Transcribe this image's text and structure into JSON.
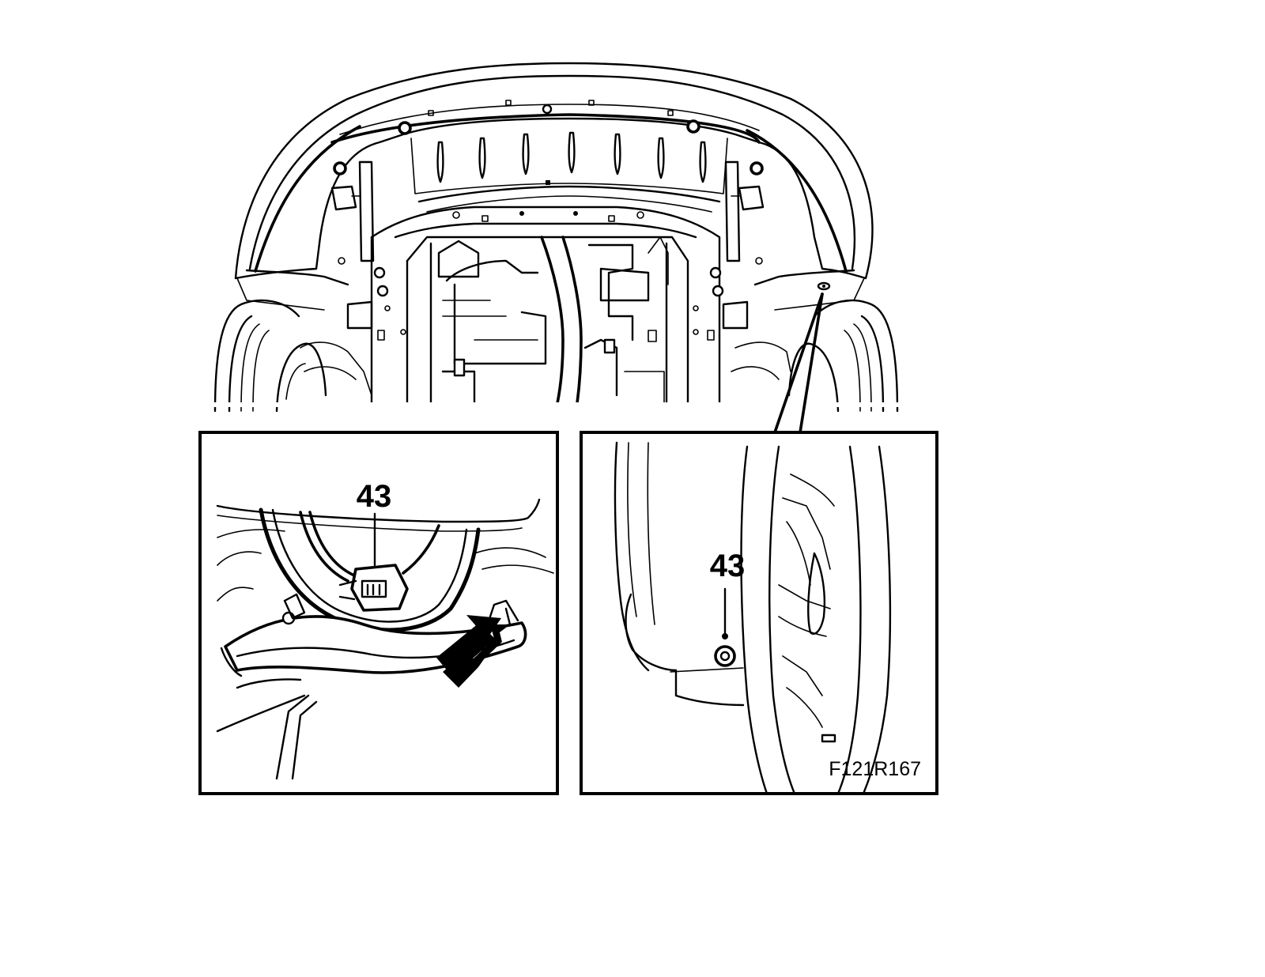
{
  "figure": {
    "code": "F121R167",
    "callouts": {
      "left_inset": "43",
      "right_inset": "43"
    }
  },
  "colors": {
    "line": "#000000",
    "background": "#ffffff"
  }
}
